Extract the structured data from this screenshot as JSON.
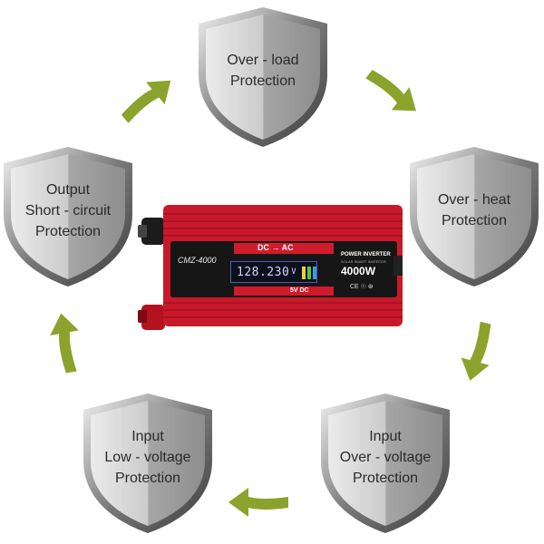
{
  "shields": [
    {
      "key": "overload",
      "lines": [
        "Over - load",
        "Protection"
      ]
    },
    {
      "key": "overheat",
      "lines": [
        "Over - heat",
        "Protection"
      ]
    },
    {
      "key": "input-overvoltage",
      "lines": [
        "Input",
        "Over - voltage",
        "Protection"
      ]
    },
    {
      "key": "input-lowvoltage",
      "lines": [
        "Input",
        "Low - voltage",
        "Protection"
      ]
    },
    {
      "key": "output-shortcircuit",
      "lines": [
        "Output",
        "Short - circuit",
        "Protection"
      ]
    }
  ],
  "inverter": {
    "model": "CMZ-4000",
    "dc_ac": "DC → AC",
    "brand": "POWER INVERTER",
    "sub_brand": "SOLAR SMART INVERTER",
    "power": "4000W",
    "lcd_value": "128.230",
    "lcd_unit": "V",
    "usb": "5V DC",
    "certs": "CE ☉ ⊛"
  },
  "colors": {
    "arrow_green": "#8ba32c",
    "inverter_red": "#c8192b",
    "shield_silver": "#c9c9c9"
  }
}
